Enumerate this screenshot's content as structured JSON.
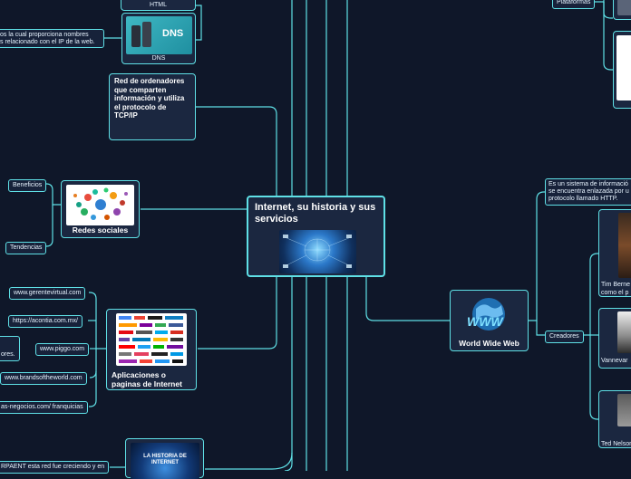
{
  "center": {
    "title": "Internet, su historia y sus servicios"
  },
  "html_node": {
    "caption": "HTML"
  },
  "dns_node": {
    "caption": "DNS",
    "logo_text": "DNS"
  },
  "dns_note": {
    "line1": "os la cual proporciona nombres",
    "line2": "s relacionado con el IP de la web."
  },
  "red_node": {
    "text": "Red de ordenadores que comparten información y utiliza el protocolo de TCP/IP"
  },
  "redes": {
    "title": "Redes sociales",
    "benefits": "Beneficios",
    "trends": "Tendencias"
  },
  "apps": {
    "title": "Aplicaciones o paginas de Internet",
    "links": [
      "www.gerentevirtual.com",
      "https://acontia.com.mx/",
      "www.piggo.com",
      "www.brandsoftheworld.com",
      "as-negocios.com/ franquicias"
    ],
    "side_note": "ores."
  },
  "history": {
    "thumb_text": "LA HISTORIA DE INTERNET",
    "note": "RPAENT esta red fue creciendo y en"
  },
  "www": {
    "title": "World Wide Web",
    "logo_text": "WWW",
    "definition_lines": [
      "Es un sistema de informació",
      "se encuentra enlazada por u",
      "protocolo llamado HTTP."
    ],
    "creators": "Creadores",
    "people": [
      {
        "caption_line1": "Tim Berne",
        "caption_line2": "como el p"
      },
      {
        "caption_line1": "Vannevar",
        "caption_line2": ""
      },
      {
        "caption_line1": "Ted Nelson",
        "caption_line2": ""
      }
    ]
  },
  "plataformas": "Plataformas",
  "colors": {
    "background": "#0f1729",
    "node_fill": "#1b2740",
    "accent": "#5fe0e6"
  }
}
